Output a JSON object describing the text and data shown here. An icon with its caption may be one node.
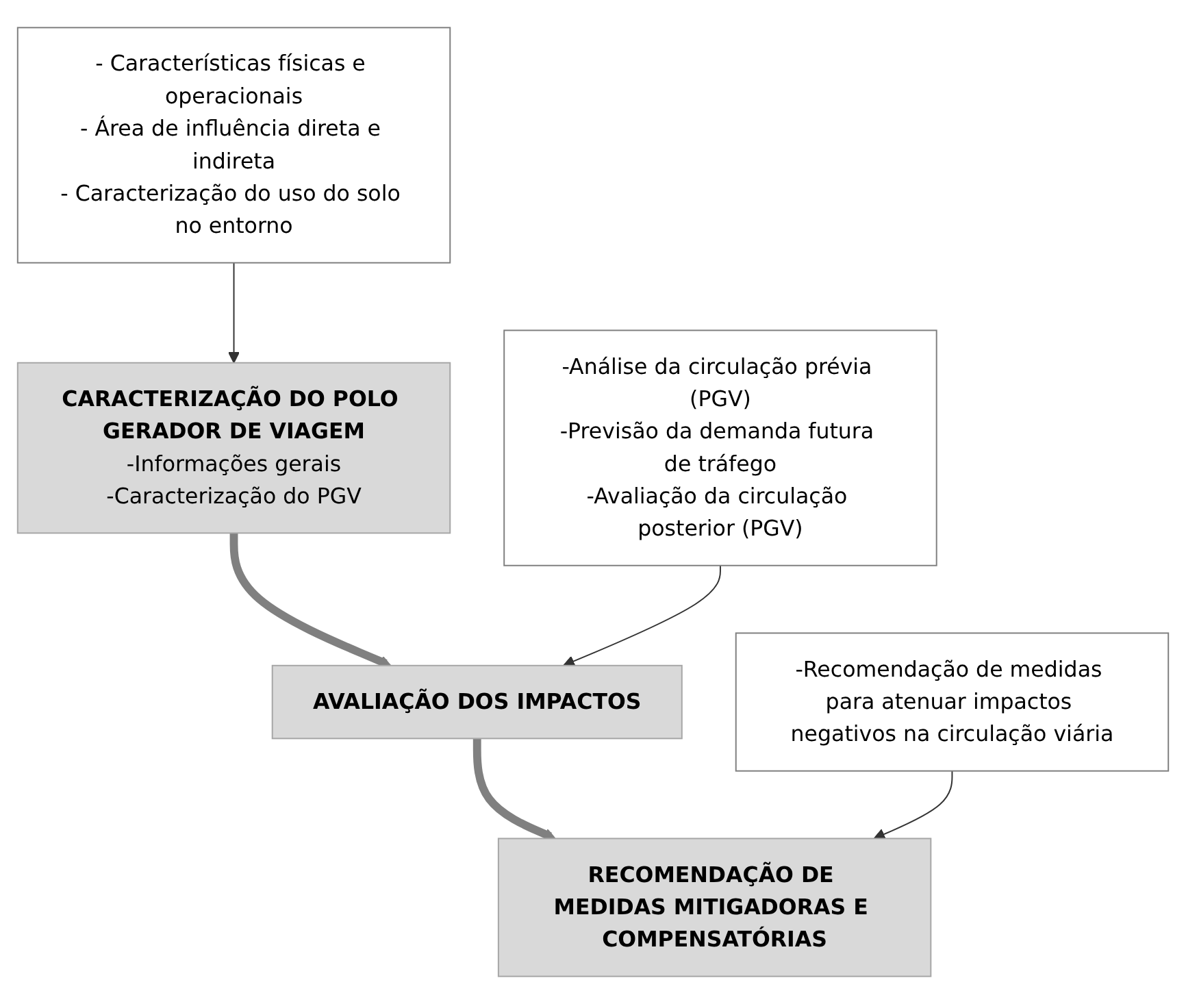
{
  "diagram": {
    "nodes": [
      {
        "text": [
          "- Características físicas e operacionais",
          "- Área de influência direta e indireta",
          "- Caracterização do uso do solo no entorno"
        ]
      },
      {
        "text": [
          "CARACTERIZAÇÃO DO POLO GERADOR DE VIAGEM",
          "-Informações gerais",
          "-Caracterização do PGV"
        ]
      },
      {
        "text": [
          "-Análise da circulação prévia (PGV)",
          "-Previsão da demanda futura de tráfego",
          "-Avaliação da circulação posterior (PGV)"
        ]
      },
      {
        "text": [
          "AVALIAÇÃO DOS IMPACTOS"
        ]
      },
      {
        "text": [
          "-Recomendação de medidas para atenuar impactos negativos na circulação viária"
        ]
      },
      {
        "text": [
          "RECOMENDAÇÃO DE MEDIDAS MITIGADORAS E COMPENSATÓRIAS"
        ]
      }
    ],
    "edges": [
      {
        "from": 0,
        "to": 1,
        "arrow": "to"
      },
      {
        "from": 1,
        "to": 3,
        "arrow": "to",
        "style": "thick",
        "color": "#808080"
      },
      {
        "from": 2,
        "to": 3,
        "arrow": "to"
      },
      {
        "from": 3,
        "to": 5,
        "arrow": "to",
        "style": "thick",
        "color": "#808080"
      },
      {
        "from": 4,
        "to": 5,
        "arrow": "to"
      }
    ]
  }
}
